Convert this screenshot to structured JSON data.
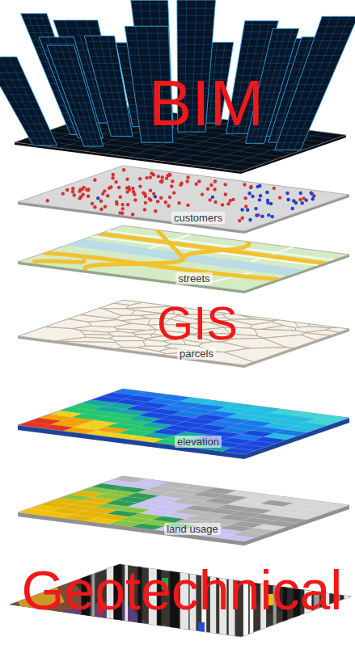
{
  "diagram": {
    "labels": [
      "BIM",
      "customers",
      "streets",
      "GIS",
      "parcels",
      "elevation",
      "land usage",
      "Geotechnical"
    ]
  }
}
